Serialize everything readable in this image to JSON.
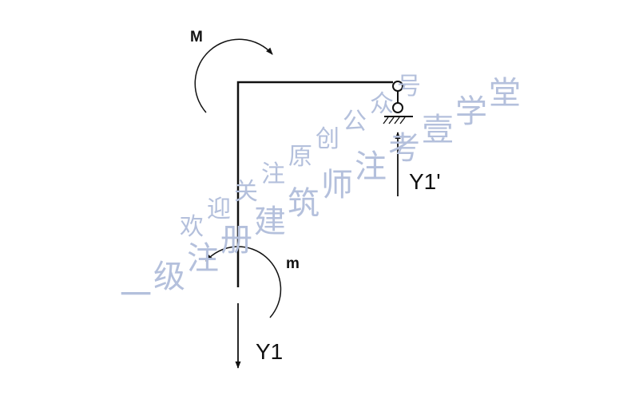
{
  "labels": {
    "moment_upper": "M",
    "moment_lower": "m",
    "reaction_support": "Y1'",
    "reaction_base": "Y1"
  },
  "watermark": {
    "line1": "欢迎关注原创公众号",
    "line2": "一级注册建筑师注考壹学堂",
    "color": "#b4c0dc"
  }
}
